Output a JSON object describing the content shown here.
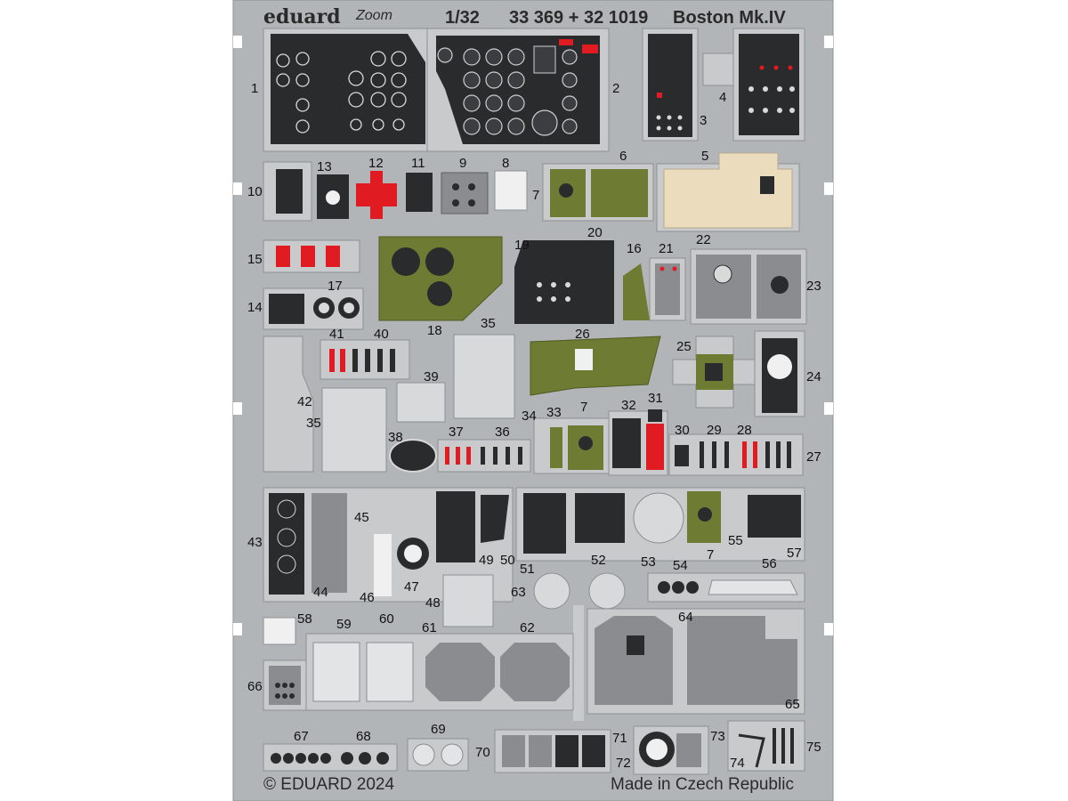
{
  "header": {
    "brand": "eduard",
    "zoom_logo": "Zoom",
    "scale": "1/32",
    "set_number": "33 369 + 32 1019",
    "model": "Boston Mk.IV"
  },
  "footer": {
    "copyright": "© EDUARD 2024",
    "origin": "Made in Czech Republic"
  },
  "colors": {
    "fret": "#b2b5b8",
    "fret_edge": "#8e9194",
    "panel_black": "#2a2b2d",
    "interior_green": "#6e7b32",
    "red": "#e11b22",
    "tan": "#ecdcbe",
    "grey_part": "#8a8c8f"
  },
  "part_numbers": {
    "p1": "1",
    "p2": "2",
    "p3": "3",
    "p4": "4",
    "p5": "5",
    "p6": "6",
    "p7a": "7",
    "p7b": "7",
    "p7c": "7",
    "p7d": "7",
    "p8": "8",
    "p9": "9",
    "p10": "10",
    "p11": "11",
    "p12": "12",
    "p13": "13",
    "p14": "14",
    "p15": "15",
    "p16": "16",
    "p17": "17",
    "p18": "18",
    "p19": "19",
    "p20": "20",
    "p21": "21",
    "p22": "22",
    "p23": "23",
    "p24": "24",
    "p25": "25",
    "p26": "26",
    "p27": "27",
    "p28": "28",
    "p29": "29",
    "p30": "30",
    "p31": "31",
    "p32": "32",
    "p33": "33",
    "p34": "34",
    "p35a": "35",
    "p35b": "35",
    "p36": "36",
    "p37": "37",
    "p38": "38",
    "p39": "39",
    "p40": "40",
    "p41": "41",
    "p42": "42",
    "p43": "43",
    "p44": "44",
    "p45": "45",
    "p46": "46",
    "p47": "47",
    "p48": "48",
    "p49": "49",
    "p50": "50",
    "p51": "51",
    "p52": "52",
    "p53": "53",
    "p54": "54",
    "p55": "55",
    "p56": "56",
    "p57": "57",
    "p58": "58",
    "p59": "59",
    "p60": "60",
    "p61": "61",
    "p62": "62",
    "p63": "63",
    "p64": "64",
    "p65": "65",
    "p66": "66",
    "p67": "67",
    "p68": "68",
    "p69": "69",
    "p70": "70",
    "p71": "71",
    "p72": "72",
    "p73": "73",
    "p74": "74",
    "p75": "75"
  }
}
